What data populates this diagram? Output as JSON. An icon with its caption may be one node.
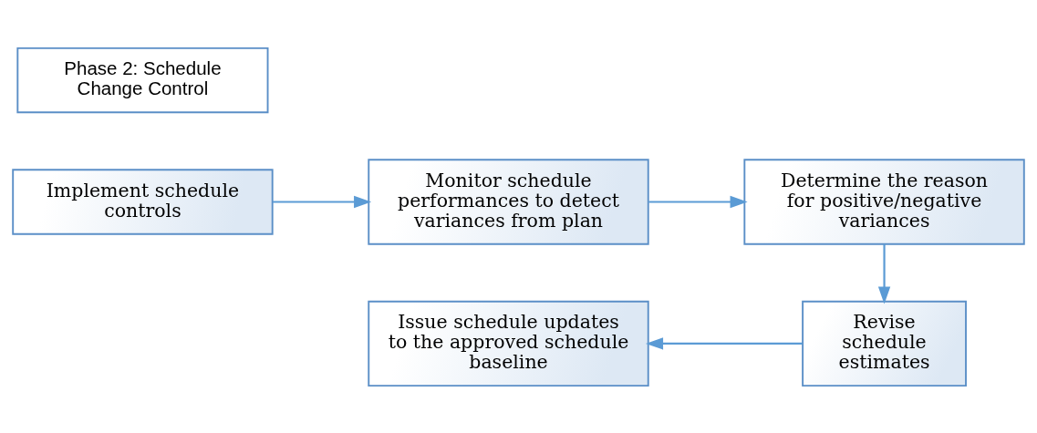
{
  "diagram": {
    "nodes": [
      {
        "text": [
          "Phase 2: Schedule Change Control"
        ]
      },
      {
        "text": [
          "Implement schedule controls"
        ]
      },
      {
        "text": [
          "Monitor schedule performances to detect variances from plan"
        ]
      },
      {
        "text": [
          "Determine the reason for positive/negative variances"
        ]
      },
      {
        "text": [
          "Revise schedule estimates"
        ]
      },
      {
        "text": [
          "Issue schedule updates to the approved schedule baseline"
        ]
      }
    ],
    "edges": [
      {
        "from": 1,
        "to": 2,
        "arrow": "to"
      },
      {
        "from": 2,
        "to": 3,
        "arrow": "to"
      },
      {
        "from": 3,
        "to": 4,
        "arrow": "to"
      },
      {
        "from": 4,
        "to": 5,
        "arrow": "to"
      }
    ]
  }
}
